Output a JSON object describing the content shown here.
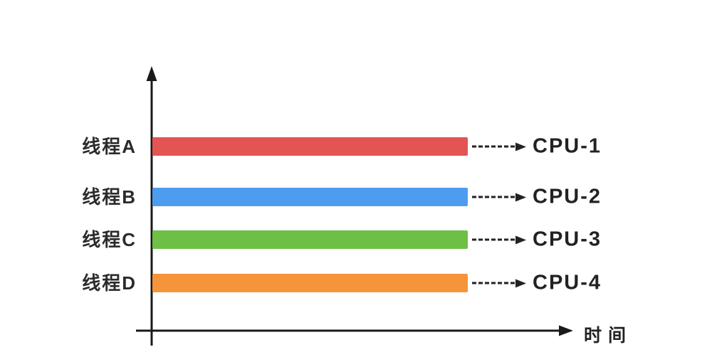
{
  "diagram": {
    "x_axis_label": "时间",
    "axis_color": "#1a1a1a",
    "text_color": "#2b2b2b",
    "rows": [
      {
        "thread": "线程A",
        "cpu": "CPU-1",
        "color": "#e25553"
      },
      {
        "thread": "线程B",
        "cpu": "CPU-2",
        "color": "#4d9cf0"
      },
      {
        "thread": "线程C",
        "cpu": "CPU-3",
        "color": "#6dbf45"
      },
      {
        "thread": "线程D",
        "cpu": "CPU-4",
        "color": "#f59439"
      }
    ]
  }
}
